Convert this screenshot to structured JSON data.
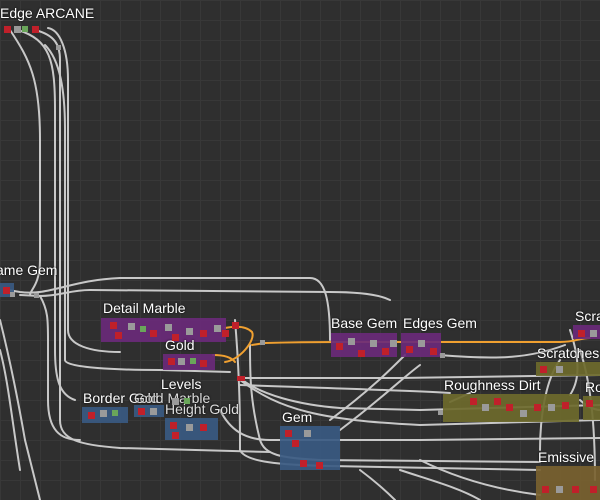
{
  "graph": {
    "frames": [
      {
        "id": "edge-arcane",
        "title": "Edge ARCANE"
      },
      {
        "id": "frame-gem",
        "title": "ame Gem"
      },
      {
        "id": "detail-marble",
        "title": "Detail Marble"
      },
      {
        "id": "gold",
        "title": "Gold"
      },
      {
        "id": "levels",
        "title": "Levels"
      },
      {
        "id": "border-gold",
        "title": "Border Gold"
      },
      {
        "id": "gold-marble",
        "title": "Gold Marble"
      },
      {
        "id": "height-gold",
        "title": "Height Gold"
      },
      {
        "id": "gem",
        "title": "Gem"
      },
      {
        "id": "base-gem",
        "title": "Base Gem"
      },
      {
        "id": "edges-gem",
        "title": "Edges Gem"
      },
      {
        "id": "scra",
        "title": "Scra"
      },
      {
        "id": "scratches",
        "title": "Scratches"
      },
      {
        "id": "roughness-dirt",
        "title": "Roughness Dirt"
      },
      {
        "id": "ro",
        "title": "Ro"
      },
      {
        "id": "emissive",
        "title": "Emissive"
      }
    ]
  },
  "colors": {
    "background": "#2f2f2f",
    "wire": "#c8c8c8",
    "wire_highlight": "#f0a030",
    "frame_purple": "#6a2a7a",
    "frame_blue": "#3a5a82",
    "frame_olive": "#6e6a2c",
    "frame_tan": "#7a6230",
    "node_red": "#c0202a",
    "node_grey": "#9a9a9a",
    "node_green": "#6aa65a"
  }
}
